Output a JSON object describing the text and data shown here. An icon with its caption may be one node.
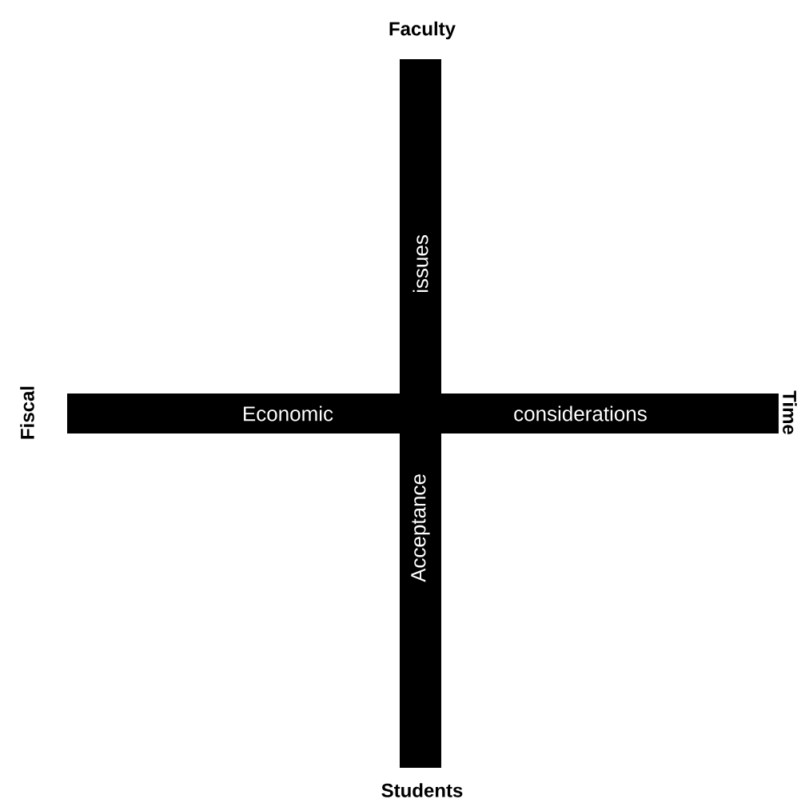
{
  "diagram": {
    "nodes": [
      {
        "text": [
          "Acceptance",
          "issues"
        ]
      },
      {
        "text": [
          "Economic",
          "considerations"
        ]
      }
    ],
    "labels": [
      "Faculty",
      "Fiscal",
      "Time",
      "Students"
    ]
  }
}
